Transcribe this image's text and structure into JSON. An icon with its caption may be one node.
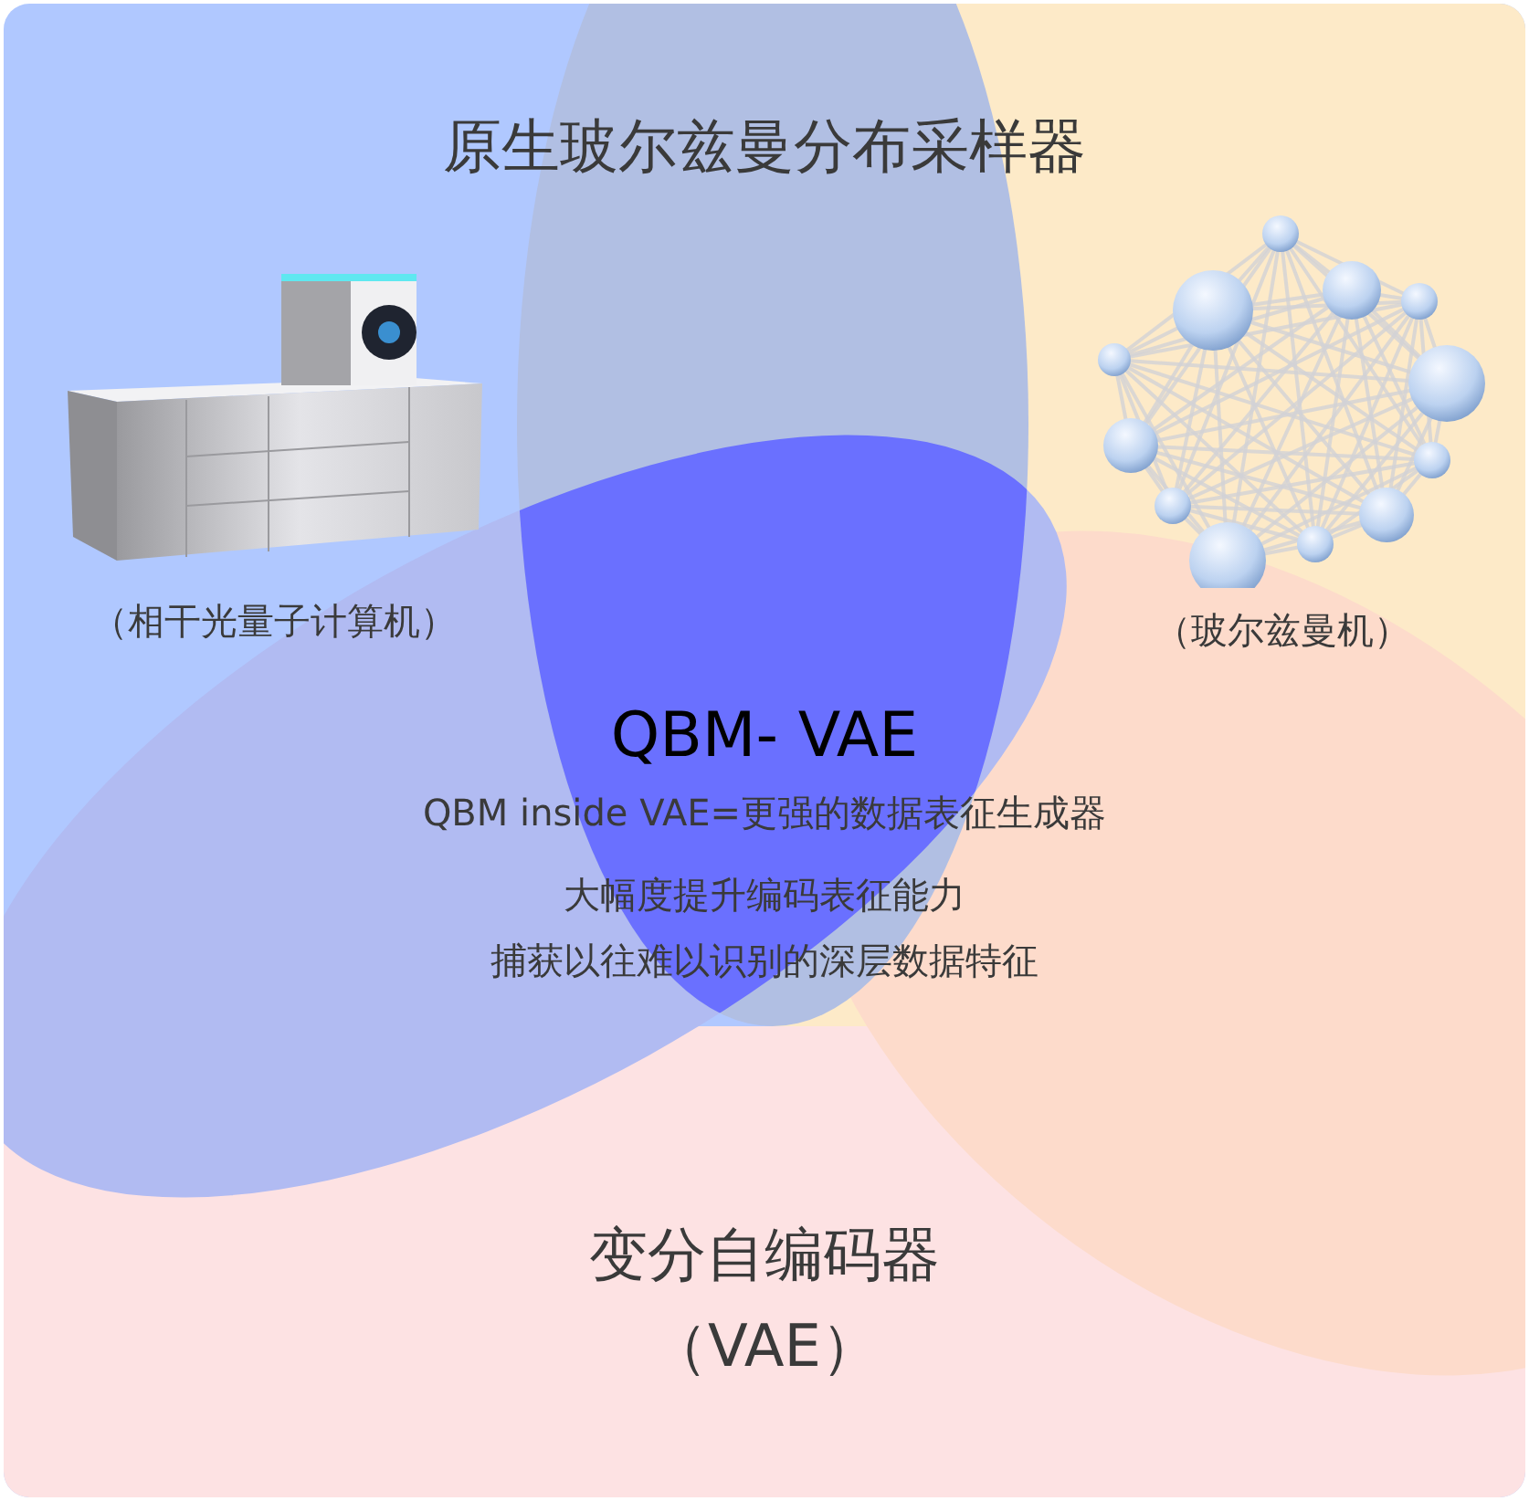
{
  "diagram": {
    "nodes": [
      {
        "text": [
          "原生玻尔兹曼分布采样器"
        ]
      },
      {
        "text": [],
        "shape": "picture",
        "beside": [
          "（相干光量子计算机）"
        ]
      },
      {
        "text": [],
        "shape": "picture",
        "beside": [
          "（玻尔兹曼机）"
        ]
      },
      {
        "text": [
          "QBM- VAE",
          "QBM inside VAE=更强的数据表征生成器",
          "大幅度提升编码表征能力",
          "捕获以往难以识别的深层数据特征"
        ]
      },
      {
        "text": [
          "变分自编码器",
          "（VAE）"
        ]
      }
    ]
  }
}
